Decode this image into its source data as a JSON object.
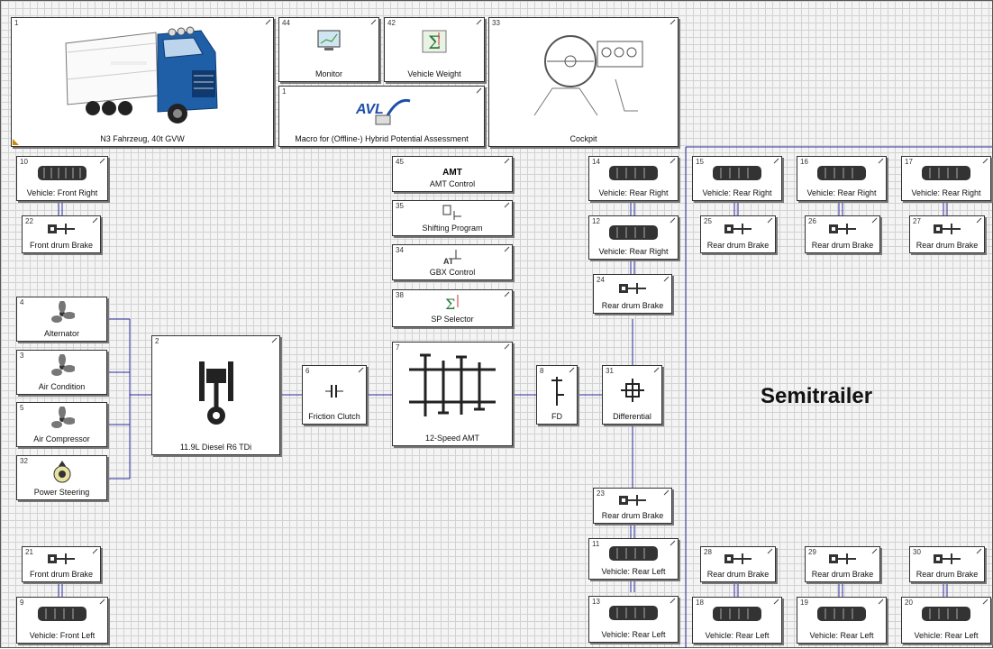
{
  "diagram": {
    "title_text": "Semitrailer",
    "blocks": {
      "truck": {
        "num": "1",
        "label": "N3 Fahrzeug, 40t GVW"
      },
      "monitor": {
        "num": "44",
        "label": "Monitor"
      },
      "vehicle_weight": {
        "num": "42",
        "label": "Vehicle Weight"
      },
      "macro": {
        "num": "1",
        "label": "Macro for (Offline-) Hybrid Potential Assessment",
        "logo_text": "AVL"
      },
      "cockpit": {
        "num": "33",
        "label": "Cockpit"
      },
      "wheel_fr": {
        "num": "10",
        "label": "Vehicle: Front Right"
      },
      "brake_fr": {
        "num": "22",
        "label": "Front drum Brake"
      },
      "amt_control": {
        "num": "45",
        "label": "AMT Control",
        "icon_text": "AMT"
      },
      "shifting_program": {
        "num": "35",
        "label": "Shifting Program"
      },
      "gbx_control": {
        "num": "34",
        "label": "GBX Control"
      },
      "sp_selector": {
        "num": "38",
        "label": "SP Selector"
      },
      "wheel_rr14": {
        "num": "14",
        "label": "Vehicle: Rear Right"
      },
      "wheel_rr12": {
        "num": "12",
        "label": "Vehicle: Rear Right"
      },
      "brake_24": {
        "num": "24",
        "label": "Rear drum Brake"
      },
      "wheel_15": {
        "num": "15",
        "label": "Vehicle: Rear Right"
      },
      "wheel_16": {
        "num": "16",
        "label": "Vehicle: Rear Right"
      },
      "wheel_17": {
        "num": "17",
        "label": "Vehicle: Rear Right"
      },
      "brake_25": {
        "num": "25",
        "label": "Rear drum Brake"
      },
      "brake_26": {
        "num": "26",
        "label": "Rear drum Brake"
      },
      "brake_27": {
        "num": "27",
        "label": "Rear drum Brake"
      },
      "alternator": {
        "num": "4",
        "label": "Alternator"
      },
      "air_condition": {
        "num": "3",
        "label": "Air Condition"
      },
      "air_compressor": {
        "num": "5",
        "label": "Air Compressor"
      },
      "power_steering": {
        "num": "32",
        "label": "Power Steering"
      },
      "engine": {
        "num": "2",
        "label": "11.9L Diesel R6 TDi"
      },
      "clutch": {
        "num": "6",
        "label": "Friction Clutch"
      },
      "gearbox": {
        "num": "7",
        "label": "12-Speed AMT"
      },
      "fd": {
        "num": "8",
        "label": "FD"
      },
      "differential": {
        "num": "31",
        "label": "Differential"
      },
      "brake_23": {
        "num": "23",
        "label": "Rear drum Brake"
      },
      "wheel_11": {
        "num": "11",
        "label": "Vehicle: Rear Left"
      },
      "wheel_13": {
        "num": "13",
        "label": "Vehicle: Rear Left"
      },
      "brake_21": {
        "num": "21",
        "label": "Front drum Brake"
      },
      "wheel_9": {
        "num": "9",
        "label": "Vehicle: Front Left"
      },
      "brake_28": {
        "num": "28",
        "label": "Rear drum Brake"
      },
      "brake_29": {
        "num": "29",
        "label": "Rear drum Brake"
      },
      "brake_30": {
        "num": "30",
        "label": "Rear drum Brake"
      },
      "wheel_18": {
        "num": "18",
        "label": "Vehicle: Rear Left"
      },
      "wheel_19": {
        "num": "19",
        "label": "Vehicle: Rear Left"
      },
      "wheel_20": {
        "num": "20",
        "label": "Vehicle: Rear Left"
      }
    }
  },
  "colors": {
    "wire": "#2a2aa0",
    "background": "#f4f4f4",
    "truck_blue": "#1f5fa8"
  }
}
